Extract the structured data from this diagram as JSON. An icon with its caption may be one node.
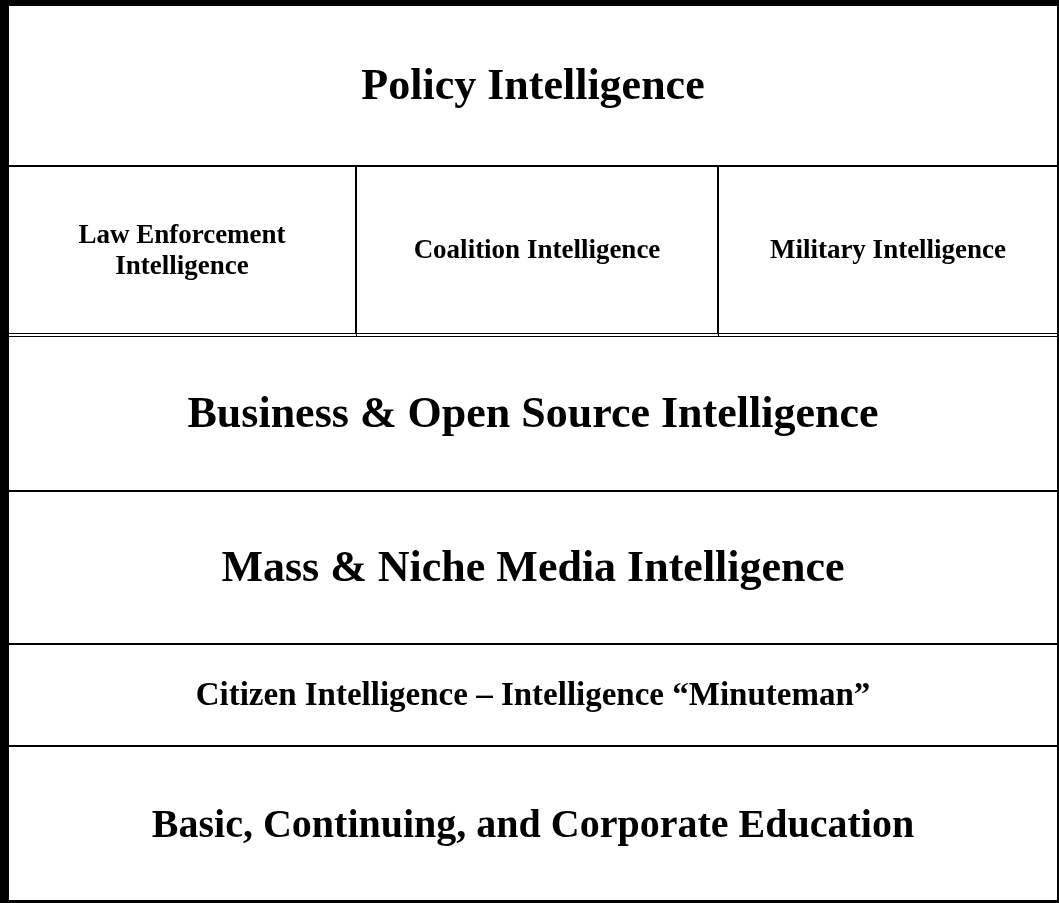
{
  "diagram": {
    "nodes": [
      {
        "text": [
          "Policy Intelligence"
        ]
      },
      {
        "text": [
          "Law Enforcement Intelligence"
        ]
      },
      {
        "text": [
          "Coalition Intelligence"
        ]
      },
      {
        "text": [
          "Military Intelligence"
        ]
      },
      {
        "text": [
          "Business & Open Source Intelligence"
        ]
      },
      {
        "text": [
          "Mass & Niche Media Intelligence"
        ]
      },
      {
        "text": [
          "Citizen Intelligence – Intelligence “Minuteman”"
        ]
      },
      {
        "text": [
          "Basic, Continuing, and Corporate Education"
        ]
      }
    ]
  }
}
